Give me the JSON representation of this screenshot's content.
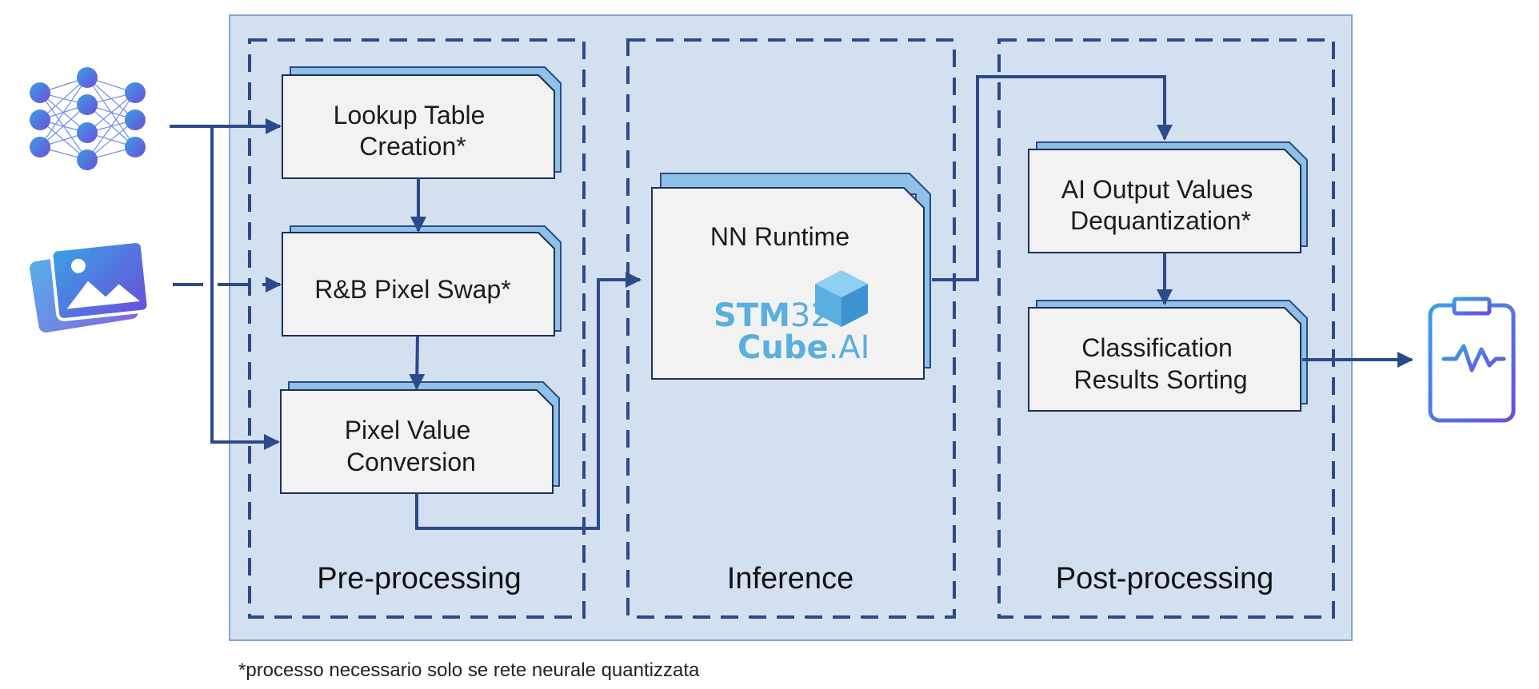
{
  "sections": {
    "preprocessing": "Pre-processing",
    "inference": "Inference",
    "postprocessing": "Post-processing"
  },
  "boxes": {
    "lookup_table": [
      "Lookup Table",
      "Creation*"
    ],
    "pixel_swap": [
      "R&B Pixel Swap*"
    ],
    "pixel_value": [
      "Pixel Value",
      "Conversion"
    ],
    "nn_runtime": [
      "NN Runtime"
    ],
    "dequantization": [
      "AI Output Values",
      "Dequantization*"
    ],
    "sorting": [
      "Classification",
      "Results Sorting"
    ]
  },
  "logo": {
    "line1_bold": "STM",
    "line1_light": "32",
    "line2_bold": "Cube",
    "line2_light": ".AI"
  },
  "footnote": "*processo necessario solo se rete neurale quantizzata",
  "icons": {
    "input_model": "neural-network-icon",
    "input_image": "image-gallery-icon",
    "output": "clipboard-report-icon"
  },
  "colors": {
    "panel_bg": "#d3e0f0",
    "panel_border": "#7fa6d8",
    "arrow": "#2b4a8b",
    "box_bg": "#f2f2f2",
    "box_shadow": "#8fc1e8",
    "icon_gradient_start": "#3aa0e6",
    "icon_gradient_end": "#6a4fd8"
  }
}
